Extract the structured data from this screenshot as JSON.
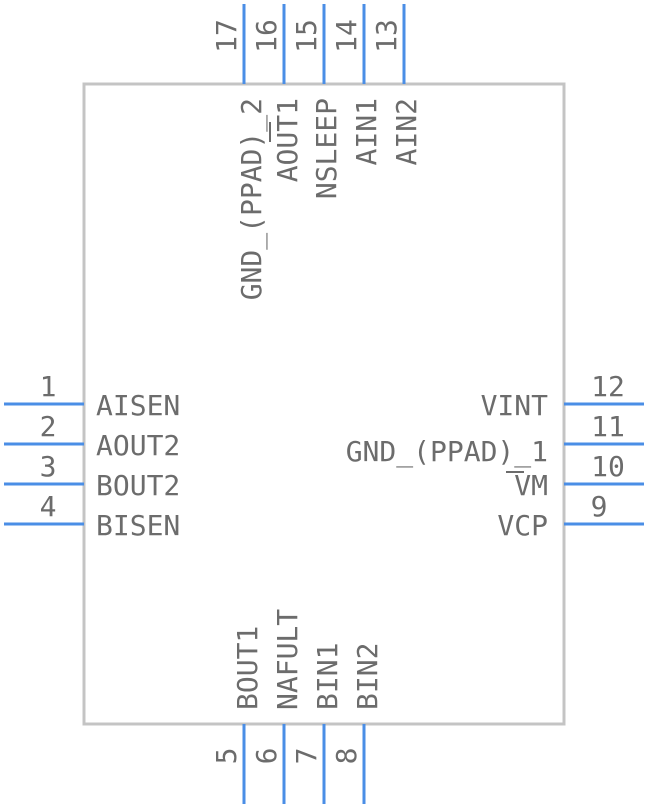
{
  "left_pins": [
    {
      "number": "1",
      "label": "AISEN"
    },
    {
      "number": "2",
      "label": "AOUT2"
    },
    {
      "number": "3",
      "label": "BOUT2"
    },
    {
      "number": "4",
      "label": "BISEN"
    }
  ],
  "right_pins": [
    {
      "number": "12",
      "label": "VINT"
    },
    {
      "number": "11",
      "label": "GND_(PPAD)_1"
    },
    {
      "number": "10",
      "label": "VM"
    },
    {
      "number": "9",
      "label": "VCP"
    }
  ],
  "top_pins": [
    {
      "number": "17",
      "label": "GND_(PPAD)_2"
    },
    {
      "number": "16",
      "label": "AOUT1"
    },
    {
      "number": "15",
      "label": "NSLEEP"
    },
    {
      "number": "14",
      "label": "AIN1"
    },
    {
      "number": "13",
      "label": "AIN2"
    }
  ],
  "bottom_pins": [
    {
      "number": "5",
      "label": "BOUT1"
    },
    {
      "number": "6",
      "label": "NAFULT"
    },
    {
      "number": "7",
      "label": "BIN1"
    },
    {
      "number": "8",
      "label": "BIN2"
    }
  ],
  "colors": {
    "pin": "#4a8ee6",
    "body_outline": "#c4c4c4",
    "text": "#6c6c6c"
  }
}
